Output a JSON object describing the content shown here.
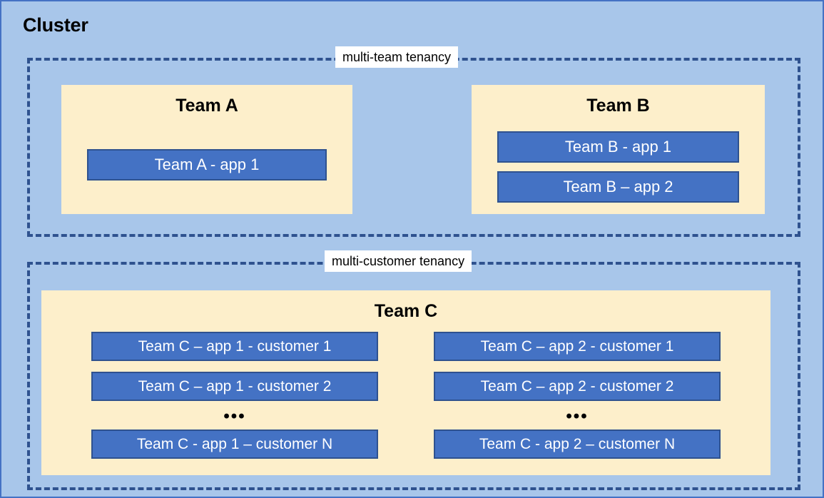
{
  "diagram": {
    "title": "Cluster",
    "background_color": "#A8C6EA",
    "frame_border_color": "#4472C4",
    "zone_border_color": "#2F528F",
    "team_panel_color": "#FDEFCB",
    "app_box_color": "#4472C4",
    "app_box_border_color": "#2F528F"
  },
  "zones": [
    {
      "id": "multi-team",
      "label": "multi-team tenancy"
    },
    {
      "id": "multi-customer",
      "label": "multi-customer tenancy"
    }
  ],
  "teams": [
    {
      "id": "team-a",
      "title": "Team A",
      "apps": [
        {
          "label": "Team A - app 1"
        }
      ]
    },
    {
      "id": "team-b",
      "title": "Team B",
      "apps": [
        {
          "label": "Team B - app 1"
        },
        {
          "label": "Team B – app 2"
        }
      ]
    },
    {
      "id": "team-c",
      "title": "Team C",
      "columns": [
        {
          "id": "team-c-app-1",
          "items": [
            {
              "label": "Team C – app 1 - customer 1"
            },
            {
              "label": "Team C – app 1 - customer 2"
            }
          ],
          "ellipsis": "•••",
          "last": {
            "label": "Team C - app 1 – customer N"
          }
        },
        {
          "id": "team-c-app-2",
          "items": [
            {
              "label": "Team C – app 2 - customer 1"
            },
            {
              "label": "Team C – app 2 - customer 2"
            }
          ],
          "ellipsis": "•••",
          "last": {
            "label": "Team C - app 2 – customer N"
          }
        }
      ]
    }
  ]
}
